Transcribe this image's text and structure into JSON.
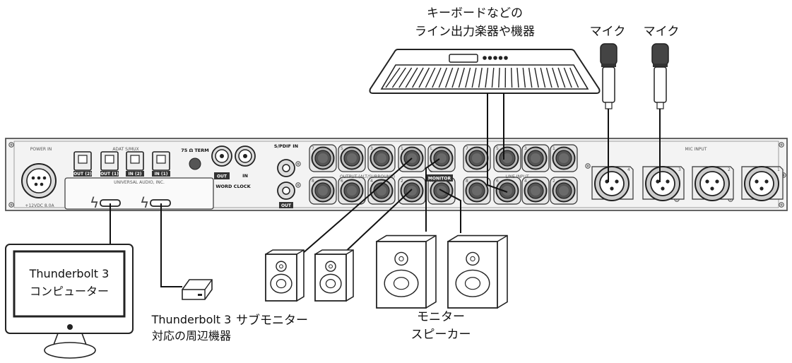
{
  "labels": {
    "keyboard_line1": "キーボードなどの",
    "keyboard_line2": "ライン出力楽器や機器",
    "mic_left": "マイク",
    "mic_right": "マイク",
    "computer_line1": "Thunderbolt 3",
    "computer_line2": "コンピューター",
    "peripheral_line1": "Thunderbolt 3",
    "peripheral_line2": "対応の周辺機器",
    "sub_monitor": "サブモニター",
    "monitor_speaker_line1": "モニター",
    "monitor_speaker_line2": "スピーカー"
  },
  "panel": {
    "power_in": "POWER IN",
    "power_spec": "+12VDC 8.0A",
    "adat": "ADAT S/MUX",
    "adat_ports": [
      "OUT (2)",
      "OUT (1)",
      "IN (2)",
      "IN (1)"
    ],
    "brand": "UNIVERSAL AUDIO, INC.",
    "term": "75 Ω TERM",
    "wc_out": "OUT",
    "wc_in": "IN",
    "word_clock": "WORD CLOCK",
    "spdif_in": "S/PDIF IN",
    "spdif_out": "OUT",
    "output_label": "OUTPUT (ALT/SURROUND)",
    "monitor": "MONITOR",
    "line_input": "LINE INPUT",
    "mic_input": "MIC INPUT",
    "output_top_nums": [
      "7",
      "5",
      "3",
      "1"
    ],
    "output_bottom_nums": [
      "8",
      "6",
      "4",
      "2"
    ],
    "monitor_nums": [
      "L",
      "R"
    ],
    "line_top_nums": [
      "7",
      "5",
      "3",
      "1"
    ],
    "line_bottom_nums": [
      "8",
      "6",
      "4",
      "2"
    ],
    "mic_nums": [
      "4",
      "3",
      "2",
      "1"
    ]
  }
}
